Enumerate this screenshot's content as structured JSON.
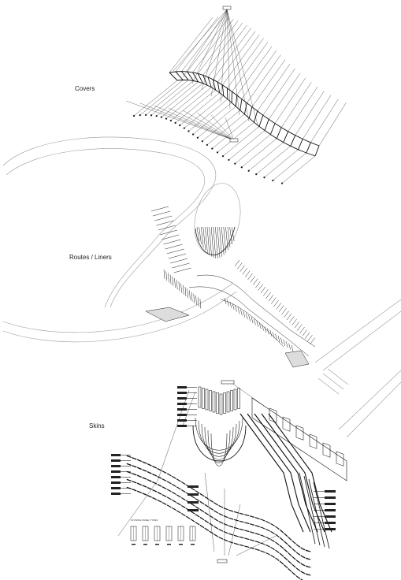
{
  "sections": {
    "covers": {
      "label": "Covers"
    },
    "routes": {
      "label": "Routes / Liners"
    },
    "skins": {
      "label": "Skins"
    }
  },
  "legend": {
    "title": "FLYWING PANEL TYPES"
  },
  "colors": {
    "ink": "#111111",
    "light_ink": "#9a9a9a",
    "hatch": "#333333"
  }
}
